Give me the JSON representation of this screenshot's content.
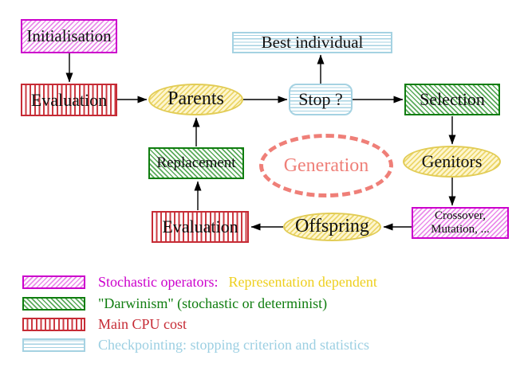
{
  "nodes": {
    "initialisation": {
      "label": "Initialisation"
    },
    "evaluation_top": {
      "label": "Evaluation"
    },
    "parents": {
      "label": "Parents"
    },
    "best_individual": {
      "label": "Best individual"
    },
    "stop": {
      "label": "Stop ?"
    },
    "selection": {
      "label": "Selection"
    },
    "replacement": {
      "label": "Replacement"
    },
    "generation": {
      "label": "Generation"
    },
    "genitors": {
      "label": "Genitors"
    },
    "crossover_mutation": {
      "line1": "Crossover,",
      "line2": "Mutation, ..."
    },
    "offspring": {
      "label": "Offspring"
    },
    "evaluation_bottom": {
      "label": "Evaluation"
    }
  },
  "edges": [
    {
      "from": "initialisation",
      "to": "evaluation_top"
    },
    {
      "from": "evaluation_top",
      "to": "parents"
    },
    {
      "from": "parents",
      "to": "stop"
    },
    {
      "from": "stop",
      "to": "best_individual"
    },
    {
      "from": "stop",
      "to": "selection"
    },
    {
      "from": "selection",
      "to": "genitors"
    },
    {
      "from": "genitors",
      "to": "crossover_mutation"
    },
    {
      "from": "crossover_mutation",
      "to": "offspring"
    },
    {
      "from": "offspring",
      "to": "evaluation_bottom"
    },
    {
      "from": "evaluation_bottom",
      "to": "replacement"
    },
    {
      "from": "replacement",
      "to": "parents"
    }
  ],
  "legend": {
    "stochastic": {
      "label": "Stochastic operators:",
      "label2": "Representation dependent"
    },
    "darwinism": {
      "label": "\"Darwinism\" (stochastic or determinist)"
    },
    "cpu": {
      "label": "Main CPU cost"
    },
    "checkpointing": {
      "label": "Checkpointing: stopping criterion and statistics"
    }
  },
  "colors": {
    "magenta": "#cc00cc",
    "magenta_hatch": "#ea8dea",
    "green": "#0f7d0f",
    "green_hatch": "#5aaa5a",
    "crimson": "#c62b35",
    "crimson_stripe": "#cc3a42",
    "blue": "#a5d2e2",
    "blue_text": "#9ccfe2",
    "yellow_border": "#e2cc55",
    "yellow_hatch": "#ecd66a",
    "yellow_bg": "#fdf6cf",
    "gold_text": "#eecf1d",
    "salmon": "#ef7f78"
  }
}
